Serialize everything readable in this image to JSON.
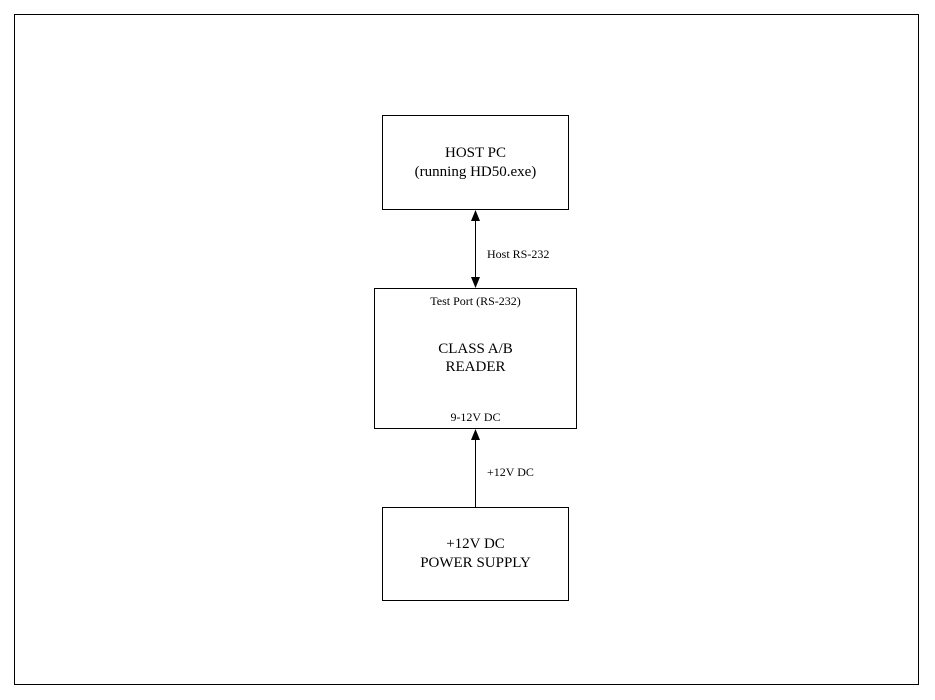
{
  "host_pc": {
    "line1": "HOST PC",
    "line2": "(running HD50.exe)"
  },
  "link_host": {
    "label": "Host RS-232"
  },
  "reader": {
    "port_label": "Test Port (RS-232)",
    "line1": "CLASS A/B",
    "line2": "READER",
    "power_label": "9-12V DC"
  },
  "link_power": {
    "label": "+12V DC"
  },
  "power_supply": {
    "line1": "+12V DC",
    "line2": "POWER SUPPLY"
  }
}
